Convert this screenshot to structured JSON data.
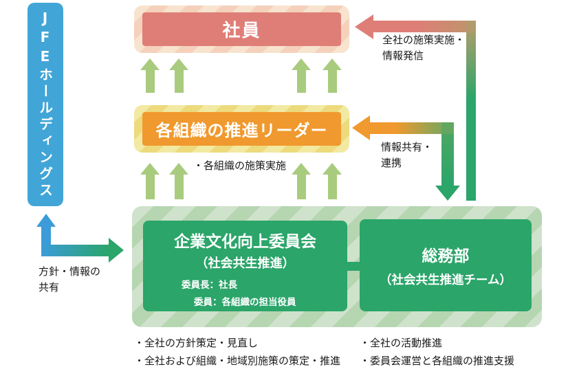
{
  "holdings": {
    "label": "JFEホールディングス"
  },
  "boxes": {
    "employees": {
      "label": "社員"
    },
    "leaders": {
      "label": "各組織の推進リーダー",
      "note": "・各組織の施策実施"
    },
    "committee": {
      "title": "企業文化向上委員会",
      "subtitle": "（社会共生推進）",
      "chair": "委員長：社長",
      "members": "委員：各組織の担当役員"
    },
    "general_affairs": {
      "title": "総務部",
      "subtitle": "（社会共生推進チーム）"
    }
  },
  "arrow_labels": {
    "to_employees": {
      "line1": "全社の施策実施・",
      "line2": "情報発信"
    },
    "to_leaders": {
      "line1": "情報共有・",
      "line2": "連携"
    },
    "to_holdings": {
      "line1": "方針・情報の",
      "line2": "共有"
    }
  },
  "footnotes": {
    "committee": [
      "・全社の方針策定・見直し",
      "・全社および組織・地域別施策の策定・推進"
    ],
    "general_affairs": [
      "・全社の活動推進",
      "・委員会運営と各組織の推進支援"
    ]
  },
  "colors": {
    "holdings_blue": "#41a5d7",
    "employees_red": "#df7e77",
    "employees_stripe_bg": "#f8e3cf",
    "leaders_orange": "#f0992e",
    "leaders_stripe_bg": "#f2e9a2",
    "green_dark": "#2ba56a",
    "green_stripe_bg": "#cfe2cb",
    "up_arrow_green": "#a9cb7e",
    "arrow_blue": "#3b9cd9"
  }
}
